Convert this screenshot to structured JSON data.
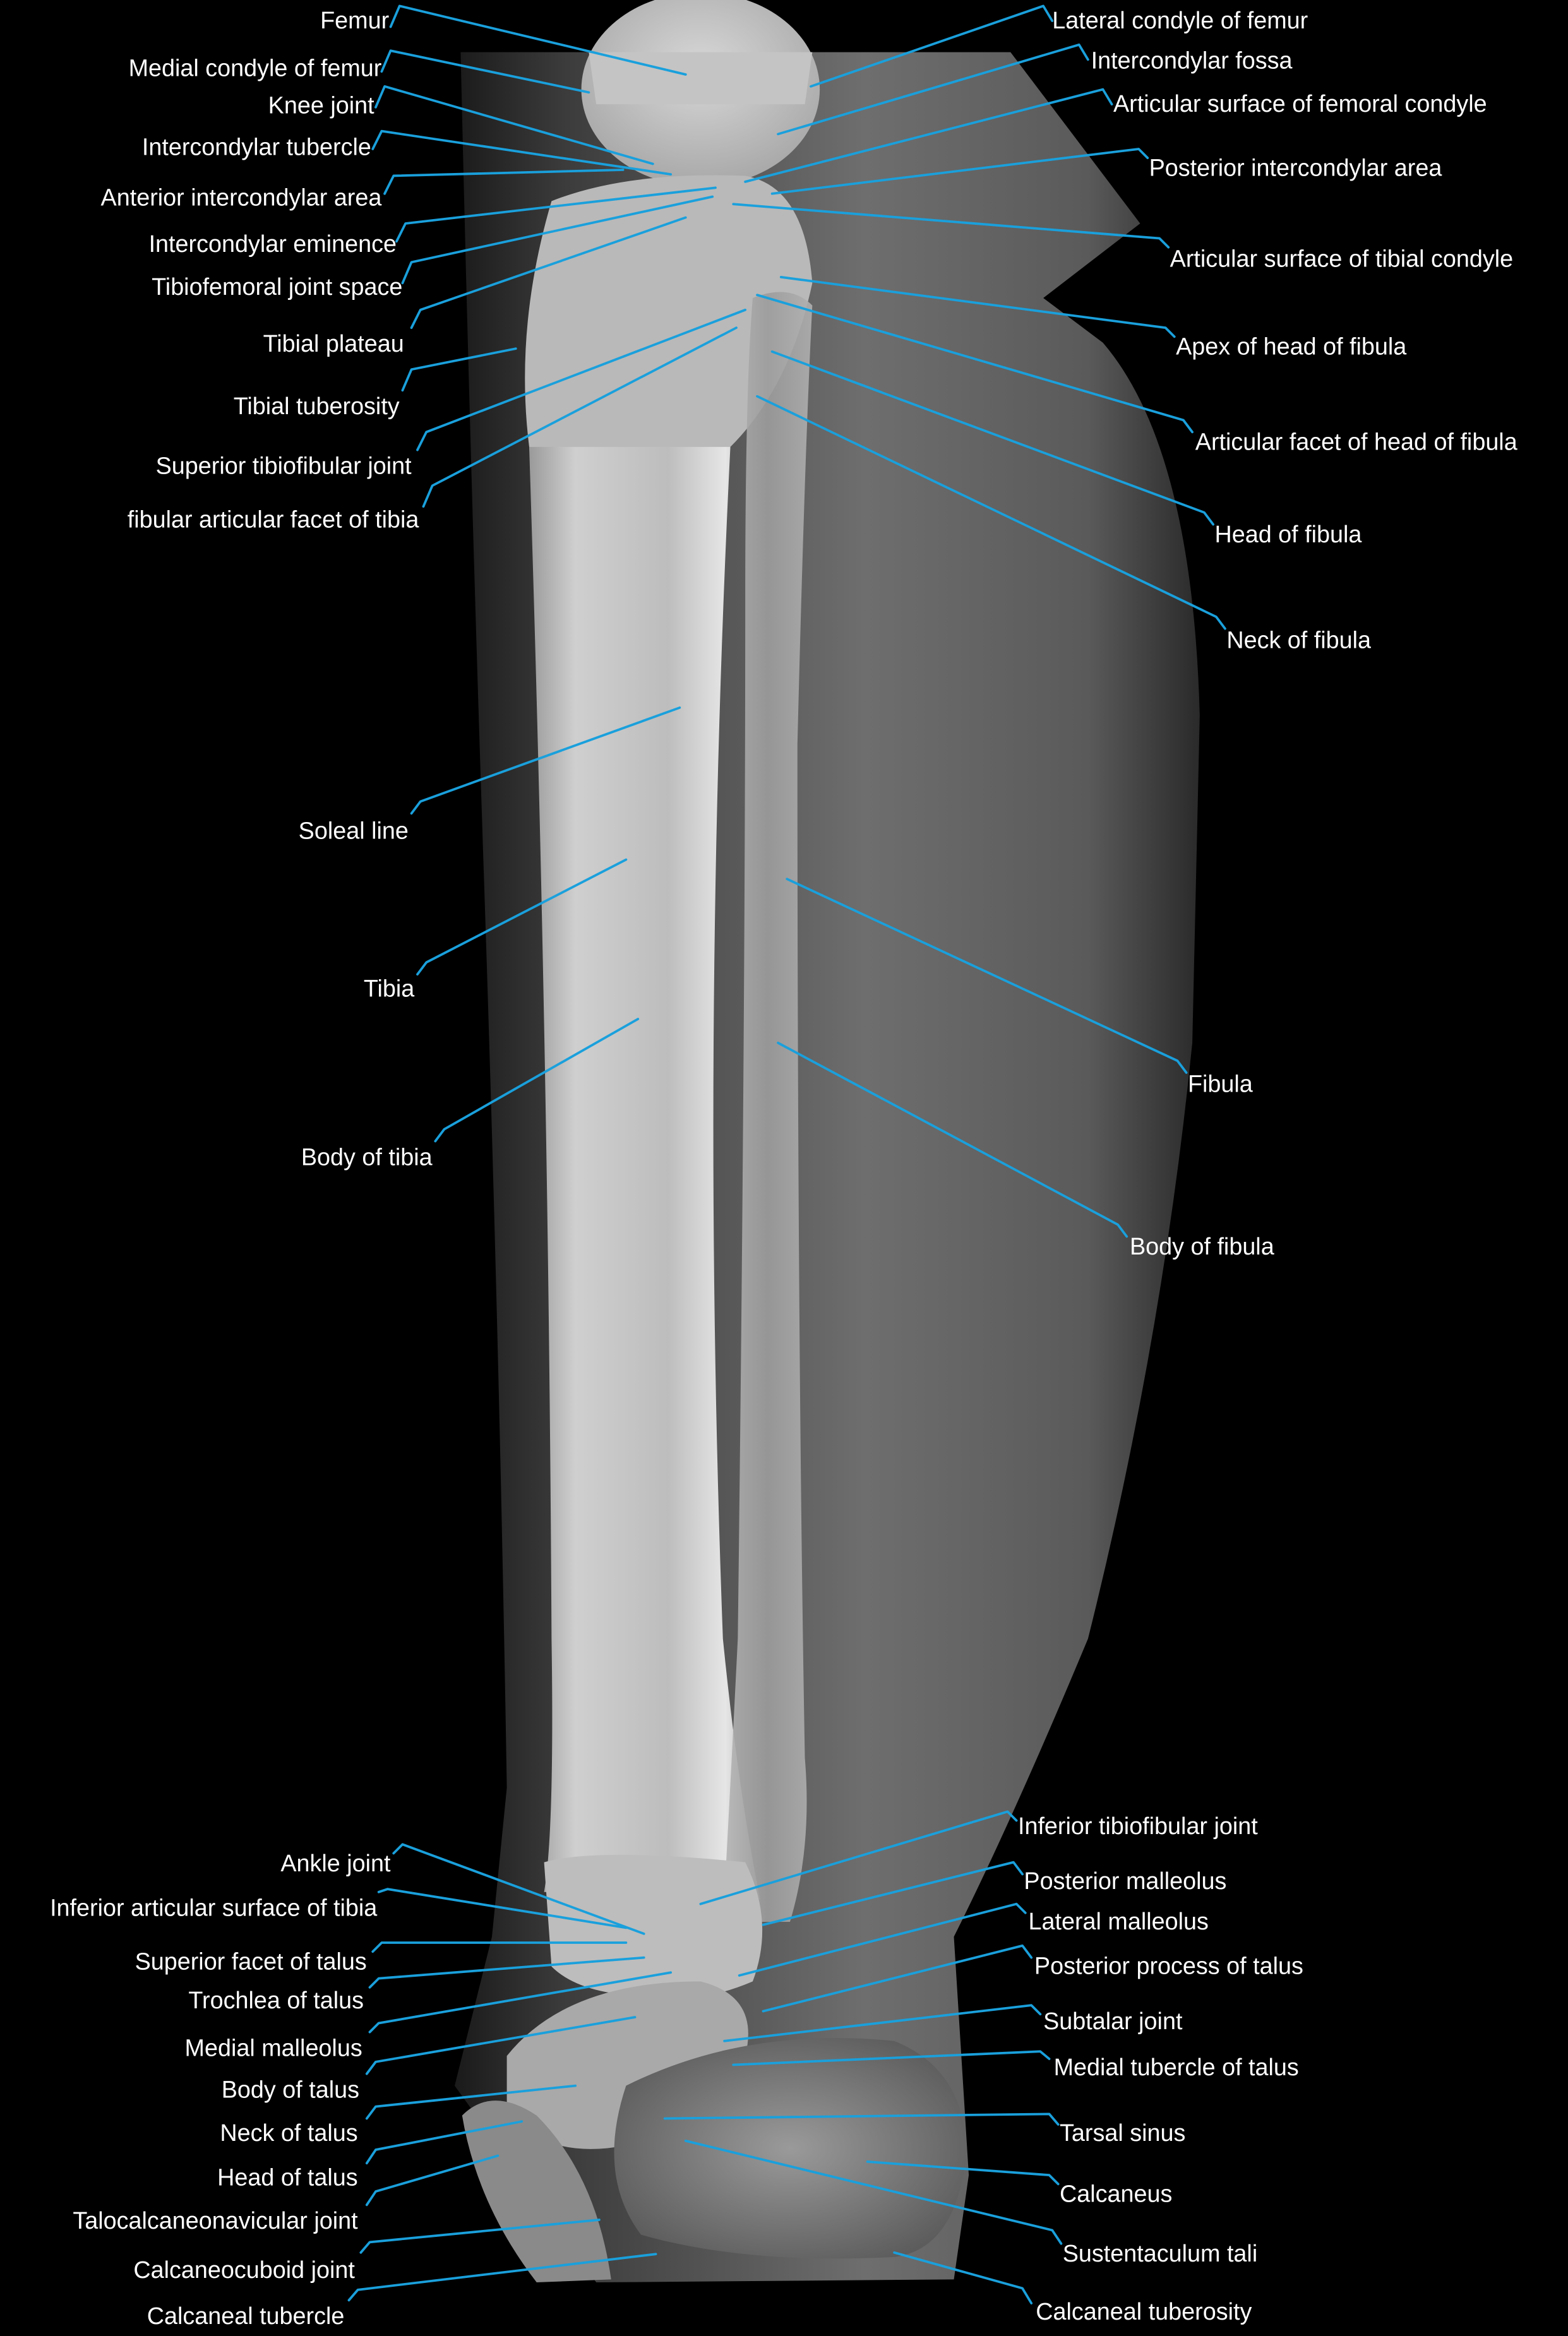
{
  "figure": {
    "type": "annotated-radiograph",
    "subject": "Lower leg (tibia and fibula) lateral X-ray with knee and ankle",
    "colors": {
      "background": "#000000",
      "leader_line": "#1aa0dc",
      "label_text": "#ffffff"
    }
  },
  "labels_left": [
    {
      "id": "femur",
      "text": "Femur"
    },
    {
      "id": "medial-condyle-of-femur",
      "text": "Medial condyle of femur"
    },
    {
      "id": "knee-joint",
      "text": "Knee joint"
    },
    {
      "id": "intercondylar-tubercle",
      "text": "Intercondylar tubercle"
    },
    {
      "id": "anterior-intercondylar-area",
      "text": "Anterior intercondylar area"
    },
    {
      "id": "intercondylar-eminence",
      "text": "Intercondylar eminence"
    },
    {
      "id": "tibiofemoral-joint-space",
      "text": "Tibiofemoral joint space"
    },
    {
      "id": "tibial-plateau",
      "text": "Tibial plateau"
    },
    {
      "id": "tibial-tuberosity",
      "text": "Tibial tuberosity"
    },
    {
      "id": "superior-tibiofibular-joint",
      "text": "Superior tibiofibular joint"
    },
    {
      "id": "fibular-articular-facet-of-tibia",
      "text": "fibular articular facet of tibia"
    },
    {
      "id": "soleal-line",
      "text": "Soleal line"
    },
    {
      "id": "tibia",
      "text": "Tibia"
    },
    {
      "id": "body-of-tibia",
      "text": "Body of tibia"
    },
    {
      "id": "ankle-joint",
      "text": "Ankle joint"
    },
    {
      "id": "inferior-articular-surface-of-tibia",
      "text": "Inferior articular surface of tibia"
    },
    {
      "id": "superior-facet-of-talus",
      "text": "Superior facet of talus"
    },
    {
      "id": "trochlea-of-talus",
      "text": "Trochlea of talus"
    },
    {
      "id": "medial-malleolus",
      "text": "Medial malleolus"
    },
    {
      "id": "body-of-talus",
      "text": "Body of talus"
    },
    {
      "id": "neck-of-talus",
      "text": "Neck of talus"
    },
    {
      "id": "head-of-talus",
      "text": "Head of talus"
    },
    {
      "id": "talocalcaneonavicular-joint",
      "text": "Talocalcaneonavicular joint"
    },
    {
      "id": "calcaneocuboid-joint",
      "text": "Calcaneocuboid joint"
    },
    {
      "id": "calcaneal-tubercle",
      "text": "Calcaneal tubercle"
    }
  ],
  "labels_right": [
    {
      "id": "lateral-condyle-of-femur",
      "text": "Lateral condyle of femur"
    },
    {
      "id": "intercondylar-fossa",
      "text": "Intercondylar fossa"
    },
    {
      "id": "articular-surface-of-femoral-condyle",
      "text": "Articular surface of femoral condyle"
    },
    {
      "id": "posterior-intercondylar-area",
      "text": "Posterior intercondylar area"
    },
    {
      "id": "articular-surface-of-tibial-condyle",
      "text": "Articular surface of tibial condyle"
    },
    {
      "id": "apex-of-head-of-fibula",
      "text": "Apex of head of fibula"
    },
    {
      "id": "articular-facet-of-head-of-fibula",
      "text": "Articular facet of head of fibula"
    },
    {
      "id": "head-of-fibula",
      "text": "Head of fibula"
    },
    {
      "id": "neck-of-fibula",
      "text": "Neck of fibula"
    },
    {
      "id": "fibula",
      "text": "Fibula"
    },
    {
      "id": "body-of-fibula",
      "text": "Body of fibula"
    },
    {
      "id": "inferior-tibiofibular-joint",
      "text": "Inferior tibiofibular joint"
    },
    {
      "id": "posterior-malleolus",
      "text": "Posterior malleolus"
    },
    {
      "id": "lateral-malleolus",
      "text": "Lateral malleolus"
    },
    {
      "id": "posterior-process-of-talus",
      "text": "Posterior process of talus"
    },
    {
      "id": "subtalar-joint",
      "text": "Subtalar joint"
    },
    {
      "id": "medial-tubercle-of-talus",
      "text": "Medial tubercle of talus"
    },
    {
      "id": "tarsal-sinus",
      "text": "Tarsal sinus"
    },
    {
      "id": "calcaneus",
      "text": "Calcaneus"
    },
    {
      "id": "sustentaculum-tali",
      "text": "Sustentaculum tali"
    },
    {
      "id": "calcaneal-tuberosity",
      "text": "Calcaneal tuberosity"
    }
  ]
}
